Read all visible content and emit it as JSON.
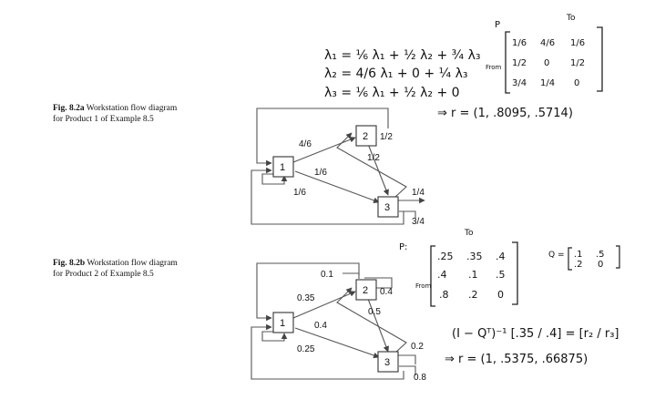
{
  "fig_a": {
    "caption_label": "Fig. 8.2a",
    "caption_text": "Workstation flow diagram for Product 1 of Example 8.5",
    "nodes": [
      "1",
      "2",
      "3"
    ],
    "edges": {
      "e12": "4/6",
      "e13": "1/6",
      "e11": "1/6",
      "e22": "1/2",
      "e23": "1/2",
      "e3out_top": "1/4",
      "e3out": "3/4"
    },
    "handwriting": {
      "eq1": "λ₁ = ⅙ λ₁ + ½ λ₂ + ¾ λ₃",
      "eq2": "λ₂ = 4/6 λ₁ +  0  + ¼ λ₃",
      "eq3": "λ₃ = ⅙ λ₁ + ½ λ₂ + 0",
      "p_label": "P",
      "to_label": "To",
      "from_label": "From",
      "matrix": [
        [
          "1/6",
          "4/6",
          "1/6"
        ],
        [
          "1/2",
          "0",
          "1/2"
        ],
        [
          "3/4",
          "1/4",
          "0"
        ]
      ],
      "result": "⇒ r = (1, .8095, .5714)"
    }
  },
  "fig_b": {
    "caption_label": "Fig. 8.2b",
    "caption_text": "Workstation flow diagram for Product 2 of Example 8.5",
    "nodes": [
      "1",
      "2",
      "3"
    ],
    "edges": {
      "e_top": "0.1",
      "e12": "0.35",
      "e13": "0.4",
      "e11": "0.25",
      "e22": "0.4",
      "e23": "0.5",
      "e3loop": "0.2",
      "e3out": "0.8"
    },
    "handwriting": {
      "p_label": "P:",
      "to_label": "To",
      "from_label": "From",
      "matrix": [
        [
          ".25",
          ".35",
          ".4"
        ],
        [
          ".4",
          ".1",
          ".5"
        ],
        [
          ".8",
          ".2",
          "0"
        ]
      ],
      "q_label": "Q =",
      "q_matrix": [
        [
          ".1",
          ".5"
        ],
        [
          ".2",
          "0"
        ]
      ],
      "eq": "(I − Qᵀ)⁻¹ [.35 / .4] = [r₂ / r₃]",
      "result": "⇒ r = (1, .5375, .66875)"
    }
  }
}
